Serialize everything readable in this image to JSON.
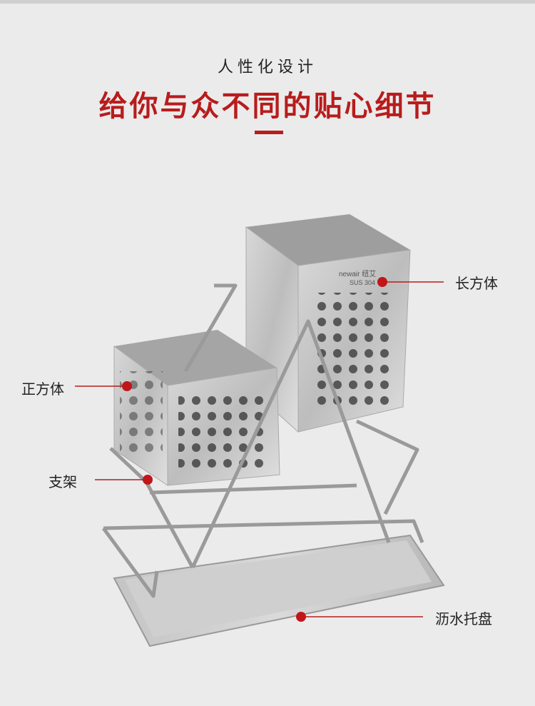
{
  "header": {
    "subtitle": "人性化设计",
    "title": "给你与众不同的贴心细节"
  },
  "product": {
    "logo_brand": "newair 纽艾",
    "logo_material": "SUS 304"
  },
  "callouts": [
    {
      "label": "长方体"
    },
    {
      "label": "正方体"
    },
    {
      "label": "支架"
    },
    {
      "label": "沥水托盘"
    }
  ],
  "colors": {
    "accent": "#b81c1c",
    "background": "#ebebeb",
    "text": "#222222"
  }
}
